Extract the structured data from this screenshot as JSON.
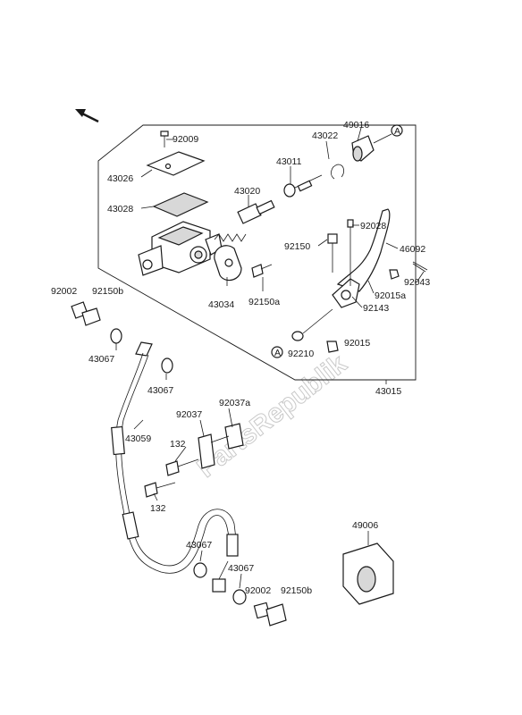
{
  "watermark": "PartsRepublik",
  "ref_marker": "A",
  "labels": {
    "p92009": "92009",
    "p43026": "43026",
    "p43028": "43028",
    "p43022": "43022",
    "p49016": "49016",
    "p43011": "43011",
    "p43020": "43020",
    "p92028": "92028",
    "p92150": "92150",
    "p46092": "46092",
    "p92043": "92043",
    "p92015a": "92015a",
    "p92143": "92143",
    "p43034": "43034",
    "p92150a": "92150a",
    "p92210": "92210",
    "p92015": "92015",
    "p43015": "43015",
    "p92002_top": "92002",
    "p92150b_top": "92150b",
    "p43067_a": "43067",
    "p43067_b": "43067",
    "p43059": "43059",
    "p92037": "92037",
    "p92037a": "92037a",
    "p132_a": "132",
    "p132_b": "132",
    "p49006": "49006",
    "p43067_c": "43067",
    "p43067_d": "43067",
    "p92002_bot": "92002",
    "p92150b_bot": "92150b"
  }
}
